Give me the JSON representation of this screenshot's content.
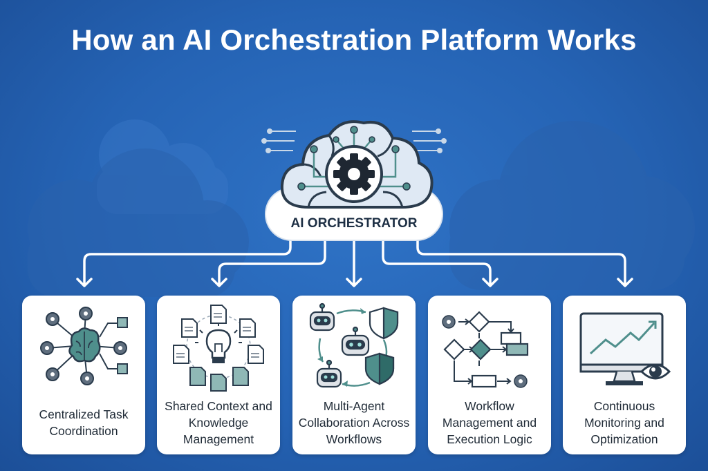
{
  "title": "How an AI Orchestration Platform Works",
  "hub": {
    "label": "AI ORCHESTRATOR",
    "icon": "gear-cloud-circuit-icon"
  },
  "cards": [
    {
      "label": "Centralized Task Coordination",
      "icon": "brain-network-icon"
    },
    {
      "label": "Shared Context and Knowledge Management",
      "icon": "documents-lightbulb-icon"
    },
    {
      "label": "Multi-Agent Collaboration Across Workflows",
      "icon": "robots-shields-icon"
    },
    {
      "label": "Workflow Management and Execution Logic",
      "icon": "flowchart-icon"
    },
    {
      "label": "Continuous Monitoring and Optimization",
      "icon": "monitor-eye-icon"
    }
  ],
  "colors": {
    "background": "#2563b4",
    "teal": "#4f8f8c",
    "dark": "#2a3b4c",
    "card": "#ffffff"
  }
}
